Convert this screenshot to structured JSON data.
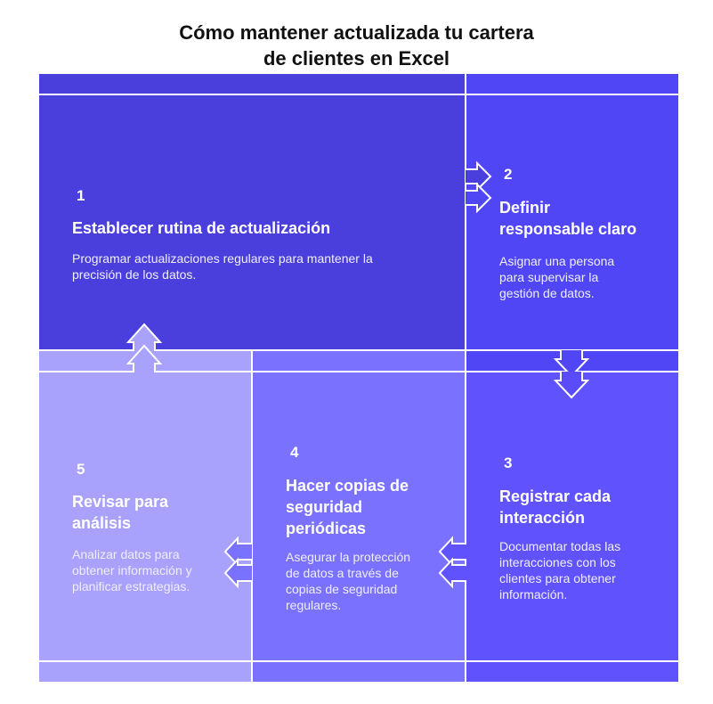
{
  "title": {
    "line1": "Cómo mantener actualizada tu cartera",
    "line2": "de clientes en Excel"
  },
  "colors": {
    "step1": "#4a3fdc",
    "step2": "#5046f5",
    "step3": "#6052fd",
    "step4": "#7a72fe",
    "step5": "#a8a2fd",
    "lines": "#ffffff",
    "title": "#111111"
  },
  "steps": [
    {
      "number": "1",
      "heading": "Establecer rutina de actualización",
      "description_lines": [
        "Programar actualizaciones regulares para mantener la",
        "precisión de los datos."
      ]
    },
    {
      "number": "2",
      "heading_lines": [
        "Definir",
        "responsable claro"
      ],
      "description_lines": [
        "Asignar una persona",
        "para supervisar la",
        "gestión de datos."
      ]
    },
    {
      "number": "3",
      "heading_lines": [
        "Registrar cada",
        "interacción"
      ],
      "description_lines": [
        "Documentar todas las",
        "interacciones con los",
        "clientes para obtener",
        "información."
      ]
    },
    {
      "number": "4",
      "heading_lines": [
        "Hacer copias de",
        "seguridad",
        "periódicas"
      ],
      "description_lines": [
        "Asegurar la protección",
        "de datos a través de",
        "copias de seguridad",
        "regulares."
      ]
    },
    {
      "number": "5",
      "heading_lines": [
        "Revisar para",
        "análisis"
      ],
      "description_lines": [
        "Analizar datos para",
        "obtener información y",
        "planificar estrategias."
      ]
    }
  ],
  "flow": [
    {
      "from": "1",
      "to": "2",
      "direction": "right"
    },
    {
      "from": "2",
      "to": "3",
      "direction": "down"
    },
    {
      "from": "3",
      "to": "4",
      "direction": "left"
    },
    {
      "from": "4",
      "to": "5",
      "direction": "left"
    },
    {
      "from": "5",
      "to": "1",
      "direction": "up"
    }
  ]
}
